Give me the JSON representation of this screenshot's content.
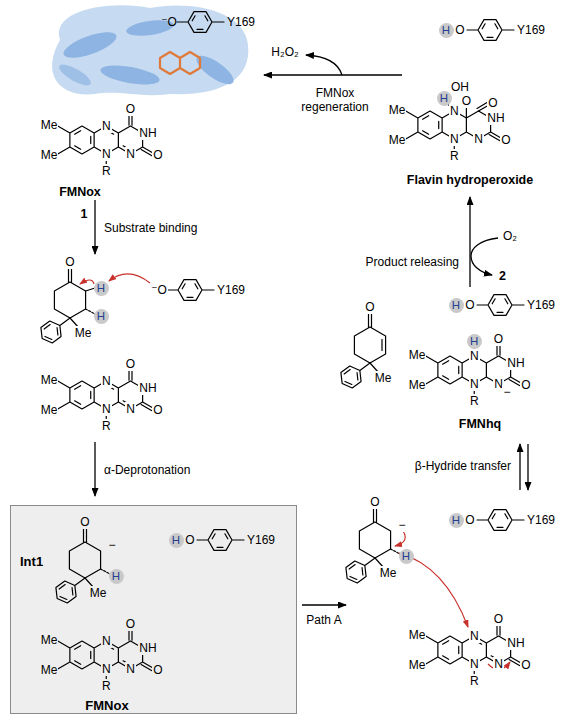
{
  "diagram": {
    "nodes": [
      {
        "text": [
          "Int1",
          "FMNox"
        ]
      }
    ],
    "labels": [
      "⁻O",
      "Y169",
      "Me",
      "Me",
      "N",
      "N",
      "R",
      "O",
      "NH",
      "O",
      "N",
      "FMNox",
      "1",
      "Substrate binding",
      "O",
      "H",
      "H",
      "Me",
      "⁻O",
      "Y169",
      "Me",
      "Me",
      "N",
      "N",
      "R",
      "O",
      "NH",
      "O",
      "N",
      "α-Deprotonation",
      "O",
      "−",
      "H",
      "Me",
      "H",
      "O",
      "Y169",
      "Me",
      "Me",
      "N",
      "N",
      "R",
      "O",
      "NH",
      "O",
      "N",
      "Path A",
      "O",
      "−",
      "H",
      "Me",
      "H",
      "O",
      "Y169",
      "Me",
      "Me",
      "N",
      "N",
      "R",
      "O",
      "NH",
      "O",
      "N",
      "β-Hydride transfer",
      "O",
      "Me",
      "H",
      "O",
      "Y169",
      "Me",
      "Me",
      "H",
      "N",
      "N",
      "R",
      "O",
      "NH",
      "O",
      "N",
      "−",
      "FMNhq",
      "Product releasing",
      "O₂",
      "2",
      "H",
      "O",
      "Y169",
      "Me",
      "Me",
      "H",
      "N",
      "N",
      "R",
      "O",
      "OH",
      "O",
      "NH",
      "O",
      "N",
      "Flavin hydroperoxide",
      "H₂O₂",
      "FMNox regeneration"
    ]
  }
}
